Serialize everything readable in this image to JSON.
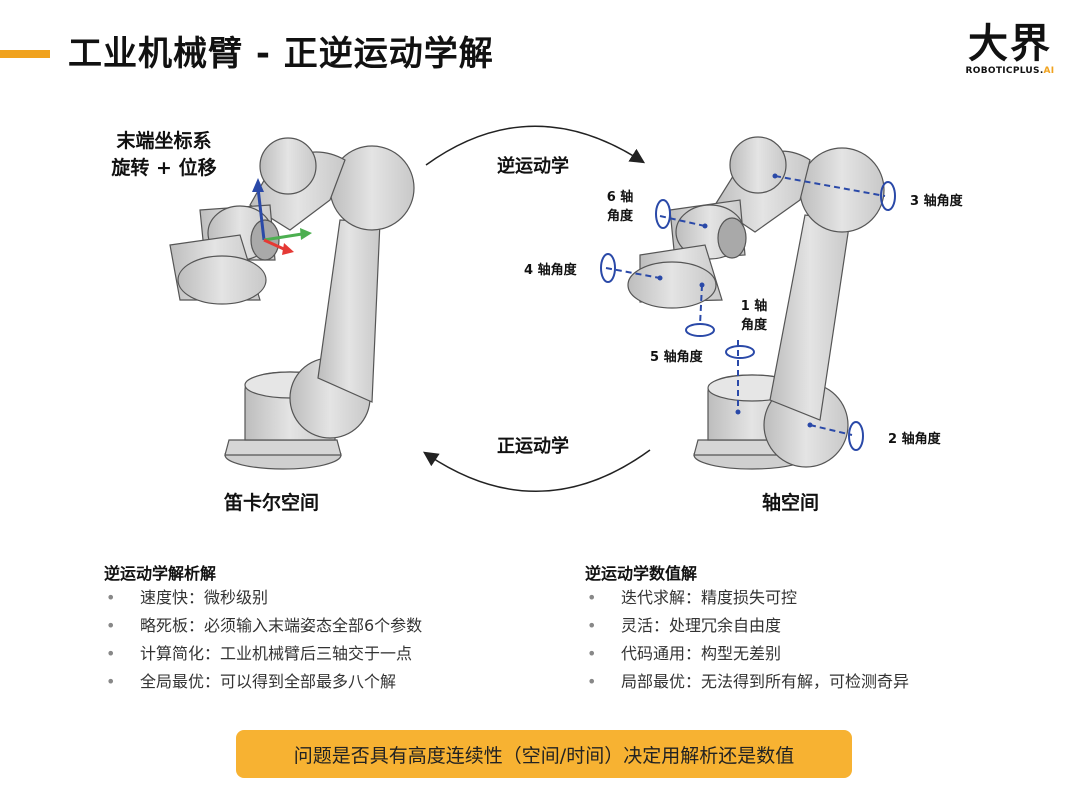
{
  "header": {
    "title": "工业机械臂 - 正逆运动学解",
    "logo_main": "大界",
    "logo_sub": "ROBOTICPLUS.",
    "logo_sub_suffix": "AI"
  },
  "diagram": {
    "left_label_line1": "末端坐标系",
    "left_label_line2": "旋转 + 位移",
    "inverse_label": "逆运动学",
    "forward_label": "正运动学",
    "cartesian_label": "笛卡尔空间",
    "joint_space_label": "轴空间",
    "axis6_line1": "6 轴",
    "axis6_line2": "角度",
    "axis4": "4 轴角度",
    "axis3": "3 轴角度",
    "axis1_line1": "1 轴",
    "axis1_line2": "角度",
    "axis5": "5 轴角度",
    "axis2": "2 轴角度"
  },
  "colors": {
    "accent": "#f0a21e",
    "callout_bg": "#f7b232",
    "axis_blue": "#2a49a8"
  },
  "analytic": {
    "title": "逆运动学解析解",
    "items": [
      "速度快：微秒级别",
      "略死板：必须输入末端姿态全部6个参数",
      "计算简化：工业机械臂后三轴交于一点",
      "全局最优：可以得到全部最多八个解"
    ]
  },
  "numeric": {
    "title": "逆运动学数值解",
    "items": [
      "迭代求解：精度损失可控",
      "灵活：处理冗余自由度",
      "代码通用：构型无差别",
      "局部最优：无法得到所有解，可检测奇异"
    ]
  },
  "bullet": "•",
  "callout": "问题是否具有高度连续性（空间/时间）决定用解析还是数值"
}
